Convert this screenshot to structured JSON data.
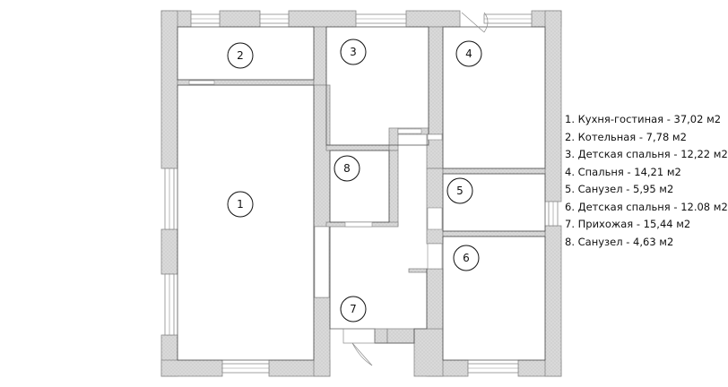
{
  "rooms": [
    {
      "id": "1",
      "number": "1"
    },
    {
      "id": "2",
      "number": "2"
    },
    {
      "id": "3",
      "number": "3"
    },
    {
      "id": "4",
      "number": "4"
    },
    {
      "id": "5",
      "number": "5"
    },
    {
      "id": "6",
      "number": "6"
    },
    {
      "id": "7",
      "number": "7"
    },
    {
      "id": "8",
      "number": "8"
    }
  ],
  "legend": [
    "1. Кухня-гостиная - 37,02 м2",
    "2. Котельная - 7,78 м2",
    "3. Детская спальня - 12,22 м2",
    "4. Спальня - 14,21 м2",
    "5. Санузел - 5,95 м2",
    "6. Детская спальня - 12.08 м2",
    "7. Прихожая - 15,44 м2",
    "8. Санузел - 4,63 м2"
  ],
  "colors": {
    "wall_fill": "#d9d9d9",
    "wall_stroke": "#8a8a8a",
    "line": "#555555"
  }
}
